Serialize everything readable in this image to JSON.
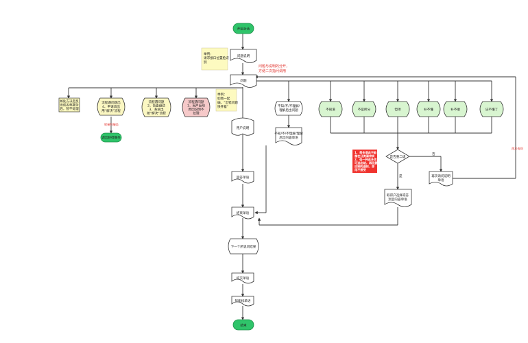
{
  "colors": {
    "terminator": "#2fc46a",
    "decision_green": "#d8f5d0",
    "yellow_shape": "#fbf7c2",
    "pink_shape": "#f6c9c9",
    "note_yellow": "#fdfac0",
    "note_red": "#f0332e",
    "label_red": "#e0302a",
    "line": "#333333"
  },
  "nodes": {
    "start": "开始对话",
    "ask_problem": "问题说明",
    "problem": "问题",
    "note_top": [
      "举例：",
      "请求接口位置脸识",
      "别"
    ],
    "red_caption": [
      "问题与说明的分开，",
      "方便二次指问调用"
    ],
    "box_left": [
      "如处方决定反",
      "造成名称服务",
      "后，暂不处理"
    ],
    "yellow_a": [
      "流程遇问题出",
      "4、申请调出",
      "用“解决”流程"
    ],
    "red_small": "转接到服务",
    "green_service": "调出获得服务",
    "yellow_b": [
      "流程遇问题",
      "2、告查继续",
      "3、系统出",
      "按“解决”流程"
    ],
    "pink_c": [
      "流程遇问题",
      "1、用户反映",
      "原因说明不",
      "处理"
    ],
    "note_mid": [
      "举例：",
      "如我一起",
      "编，“出错问题",
      "快开着”"
    ],
    "user_explain": "用户说明",
    "not_understand": [
      "不知/不/不理解/",
      "理解后出问题"
    ],
    "recall_card": [
      "不知/不/不理解/理解",
      "后出内容单语"
    ],
    "answer_list": [
      "不知道",
      "不是所分",
      "但项",
      "补不懂",
      "补不顺",
      "记不懂了"
    ],
    "judge": "是否重二级",
    "red_note": [
      "1、是多语态不能",
      "像在分类请求实",
      "2、但一种选多项",
      "可选出结，再回复",
      "应制的虚拟，即",
      "用不接受"
    ],
    "no_label": "否",
    "yes_label": "是",
    "side_label": "再次询问",
    "retry_node": [
      "再次询问说明",
      "单语"
    ],
    "collect_card": [
      "取得户选择或答",
      "案后内容单语"
    ],
    "confirm_order": "回答单语",
    "result_order": "结束单语",
    "next_question": "下一个所说问结果",
    "submit_order": "提交单语",
    "followup": "智能核单语",
    "end": "结束"
  }
}
